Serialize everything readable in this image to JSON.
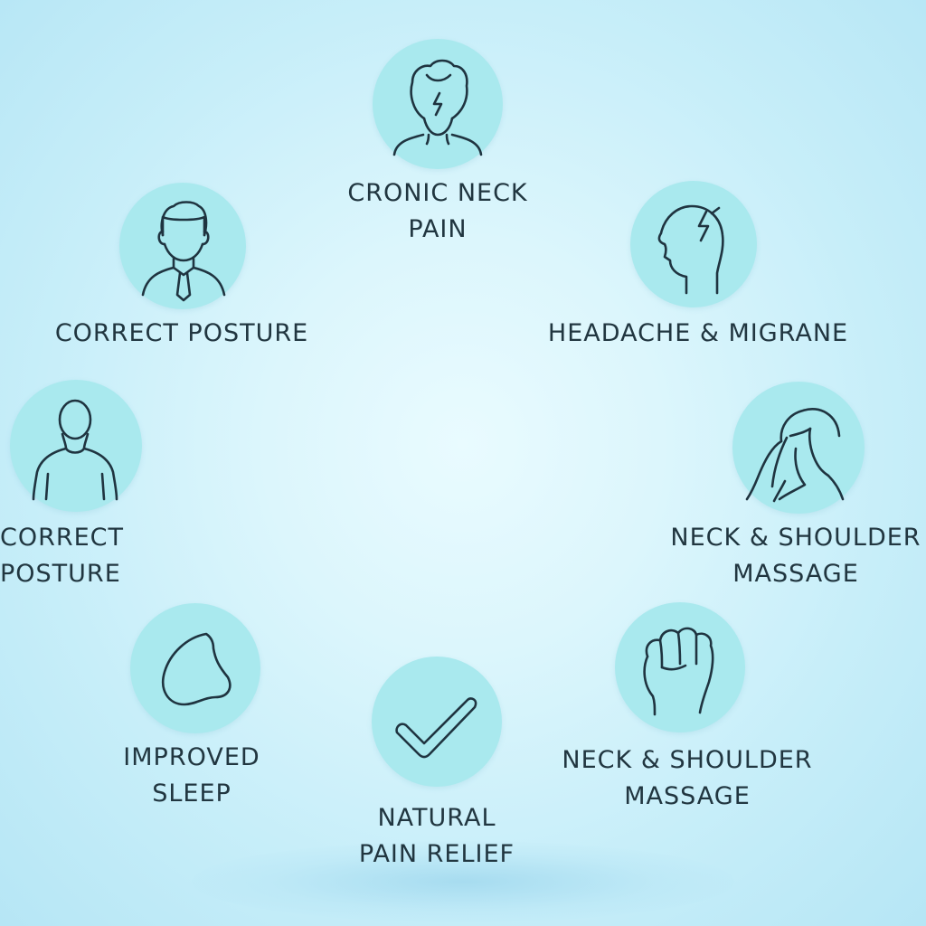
{
  "benefits": [
    {
      "id": "top",
      "icon": "stressed-head-icon",
      "lines": [
        "CRONIC NECK",
        "PAIN"
      ]
    },
    {
      "id": "upper-right",
      "icon": "headache-profile-icon",
      "lines": [
        "HEADACHE & MIGRANE"
      ]
    },
    {
      "id": "right",
      "icon": "woman-neck-icon",
      "lines": [
        "NECK & SHOULDER",
        "MASSAGE"
      ]
    },
    {
      "id": "lower-right",
      "icon": "fist-icon",
      "lines": [
        "NECK & SHOULDER",
        "MASSAGE"
      ]
    },
    {
      "id": "bottom",
      "icon": "checkmark-icon",
      "lines": [
        "NATURAL",
        "PAIN RELIEF"
      ]
    },
    {
      "id": "lower-left",
      "icon": "pillow-icon",
      "lines": [
        "IMPROVED",
        "SLEEP"
      ]
    },
    {
      "id": "left",
      "icon": "person-torso-icon",
      "lines": [
        "CORRECT",
        "POSTURE"
      ]
    },
    {
      "id": "upper-left",
      "icon": "man-with-tie-icon",
      "lines": [
        "CORRECT POSTURE"
      ]
    }
  ],
  "colors": {
    "circle_fill": "#a9e9ee",
    "icon_stroke": "#1f3440",
    "text": "#213640",
    "background": "#d6f3fb"
  }
}
